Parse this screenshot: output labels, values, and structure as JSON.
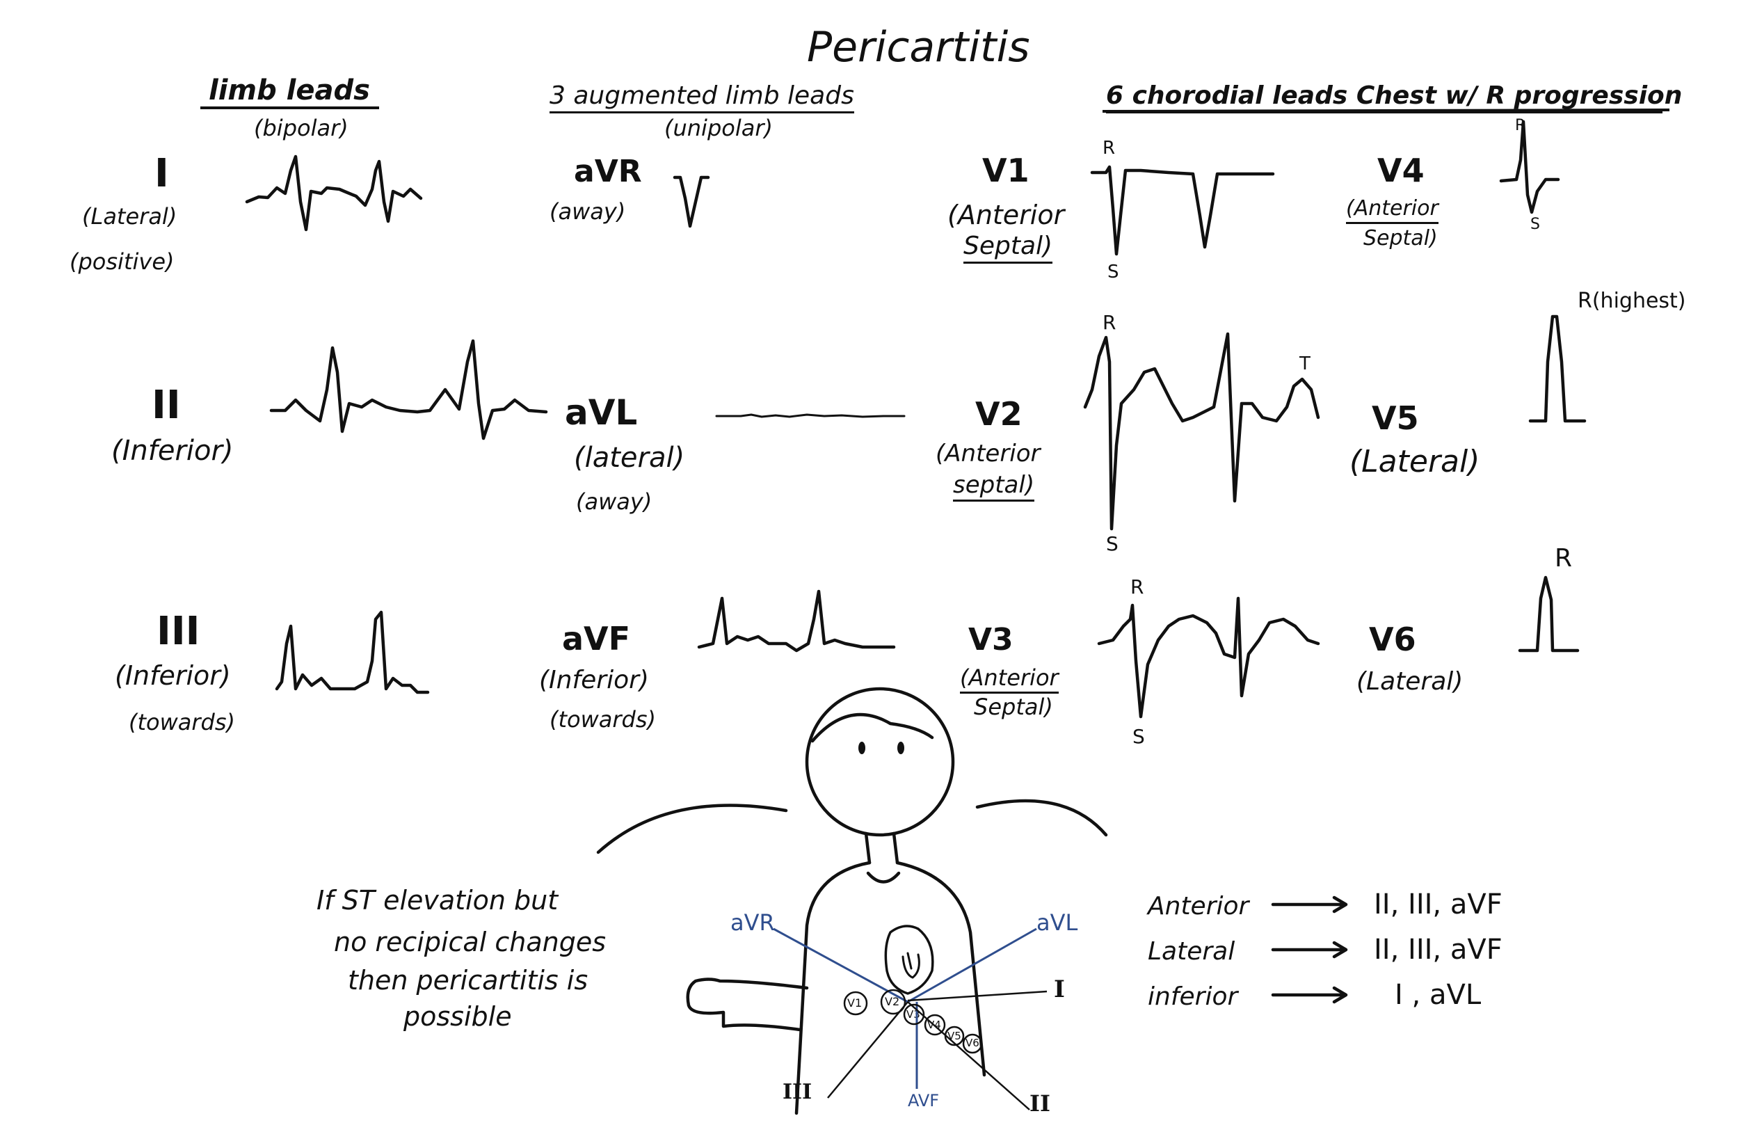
{
  "title": "Pericartitis",
  "headers": {
    "limb": "limb leads",
    "limb_sub": "(bipolar)",
    "aug": "3 augmented limb leads",
    "aug_sub": "(unipolar)",
    "chest": "6 chorodial leads Chest w/ R progression"
  },
  "leads": {
    "I": {
      "name": "I",
      "note1": "(Lateral)",
      "note2": "(positive)"
    },
    "II": {
      "name": "II",
      "note1": "(Inferior)"
    },
    "III": {
      "name": "III",
      "note1": "(Inferior)",
      "note2": "(towards)"
    },
    "aVR": {
      "name": "aVR",
      "note1": "(away)"
    },
    "aVL": {
      "name": "aVL",
      "note1": "(lateral)",
      "note2": "(away)"
    },
    "aVF": {
      "name": "aVF",
      "note1": "(Inferior)",
      "note2": "(towards)"
    },
    "V1": {
      "name": "V1",
      "note1": "(Anterior",
      "note2": "Septal)",
      "r": "R",
      "s": "S"
    },
    "V2": {
      "name": "V2",
      "note1": "(Anterior",
      "note2": "septal)",
      "r": "R",
      "s": "S",
      "t": "T"
    },
    "V3": {
      "name": "V3",
      "note1": "(Anterior",
      "note2": "Septal)",
      "r": "R",
      "s": "S"
    },
    "V4": {
      "name": "V4",
      "note1": "(Anterior",
      "note2": "Septal)",
      "r": "R",
      "s": "S"
    },
    "V5": {
      "name": "V5",
      "note1": "(Lateral)",
      "r": "R(highest)"
    },
    "V6": {
      "name": "V6",
      "note1": "(Lateral)",
      "r": "R"
    }
  },
  "note": [
    "If ST elevation but",
    "no recipical changes",
    "then pericartitis is",
    "possible"
  ],
  "figure": {
    "aVR": "aVR",
    "aVL": "aVL",
    "aVF": "AVF",
    "I": "I",
    "II": "II",
    "III": "III",
    "chest": [
      "V1",
      "V2",
      "V3",
      "V4",
      "V5",
      "V6"
    ]
  },
  "mapping": [
    {
      "region": "Anterior",
      "leads": "II, III, aVF"
    },
    {
      "region": "Lateral",
      "leads": "II, III, aVF"
    },
    {
      "region": "inferior",
      "leads": "I , aVL"
    }
  ],
  "colors": {
    "ink": "#111111",
    "blue": "#2f4e8e"
  }
}
